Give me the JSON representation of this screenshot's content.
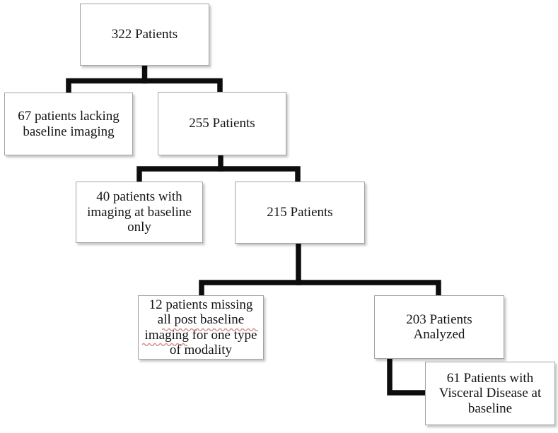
{
  "figure": {
    "type": "flowchart",
    "background_color": "#ffffff",
    "connector_color": "#0d0d0d",
    "box_fill": "#ffffff",
    "box_border_color": "#a3a3a3",
    "text_color": "#141414",
    "spellcheck_underline_color": "#d98c8c",
    "nodes": [
      {
        "id": "total",
        "label": "322 Patients"
      },
      {
        "id": "lacking_baseline",
        "label": "67 patients lacking\nbaseline imaging"
      },
      {
        "id": "with_baseline",
        "label": "255 Patients"
      },
      {
        "id": "baseline_only",
        "label": "40 patients with\nimaging at baseline\nonly"
      },
      {
        "id": "with_followup",
        "label": "215 Patients"
      },
      {
        "id": "missing_modality",
        "label": "12 patients missing\nall post baseline\nimaging for one type\nof modality"
      },
      {
        "id": "analyzed",
        "label": "203 Patients\nAnalyzed"
      },
      {
        "id": "visceral",
        "label": "61 Patients with\nVisceral Disease at\nbaseline"
      }
    ],
    "edges": [
      {
        "from": "total",
        "to": "lacking_baseline"
      },
      {
        "from": "total",
        "to": "with_baseline"
      },
      {
        "from": "with_baseline",
        "to": "baseline_only"
      },
      {
        "from": "with_baseline",
        "to": "with_followup"
      },
      {
        "from": "with_followup",
        "to": "missing_modality"
      },
      {
        "from": "with_followup",
        "to": "analyzed"
      },
      {
        "from": "analyzed",
        "to": "visceral"
      }
    ]
  }
}
